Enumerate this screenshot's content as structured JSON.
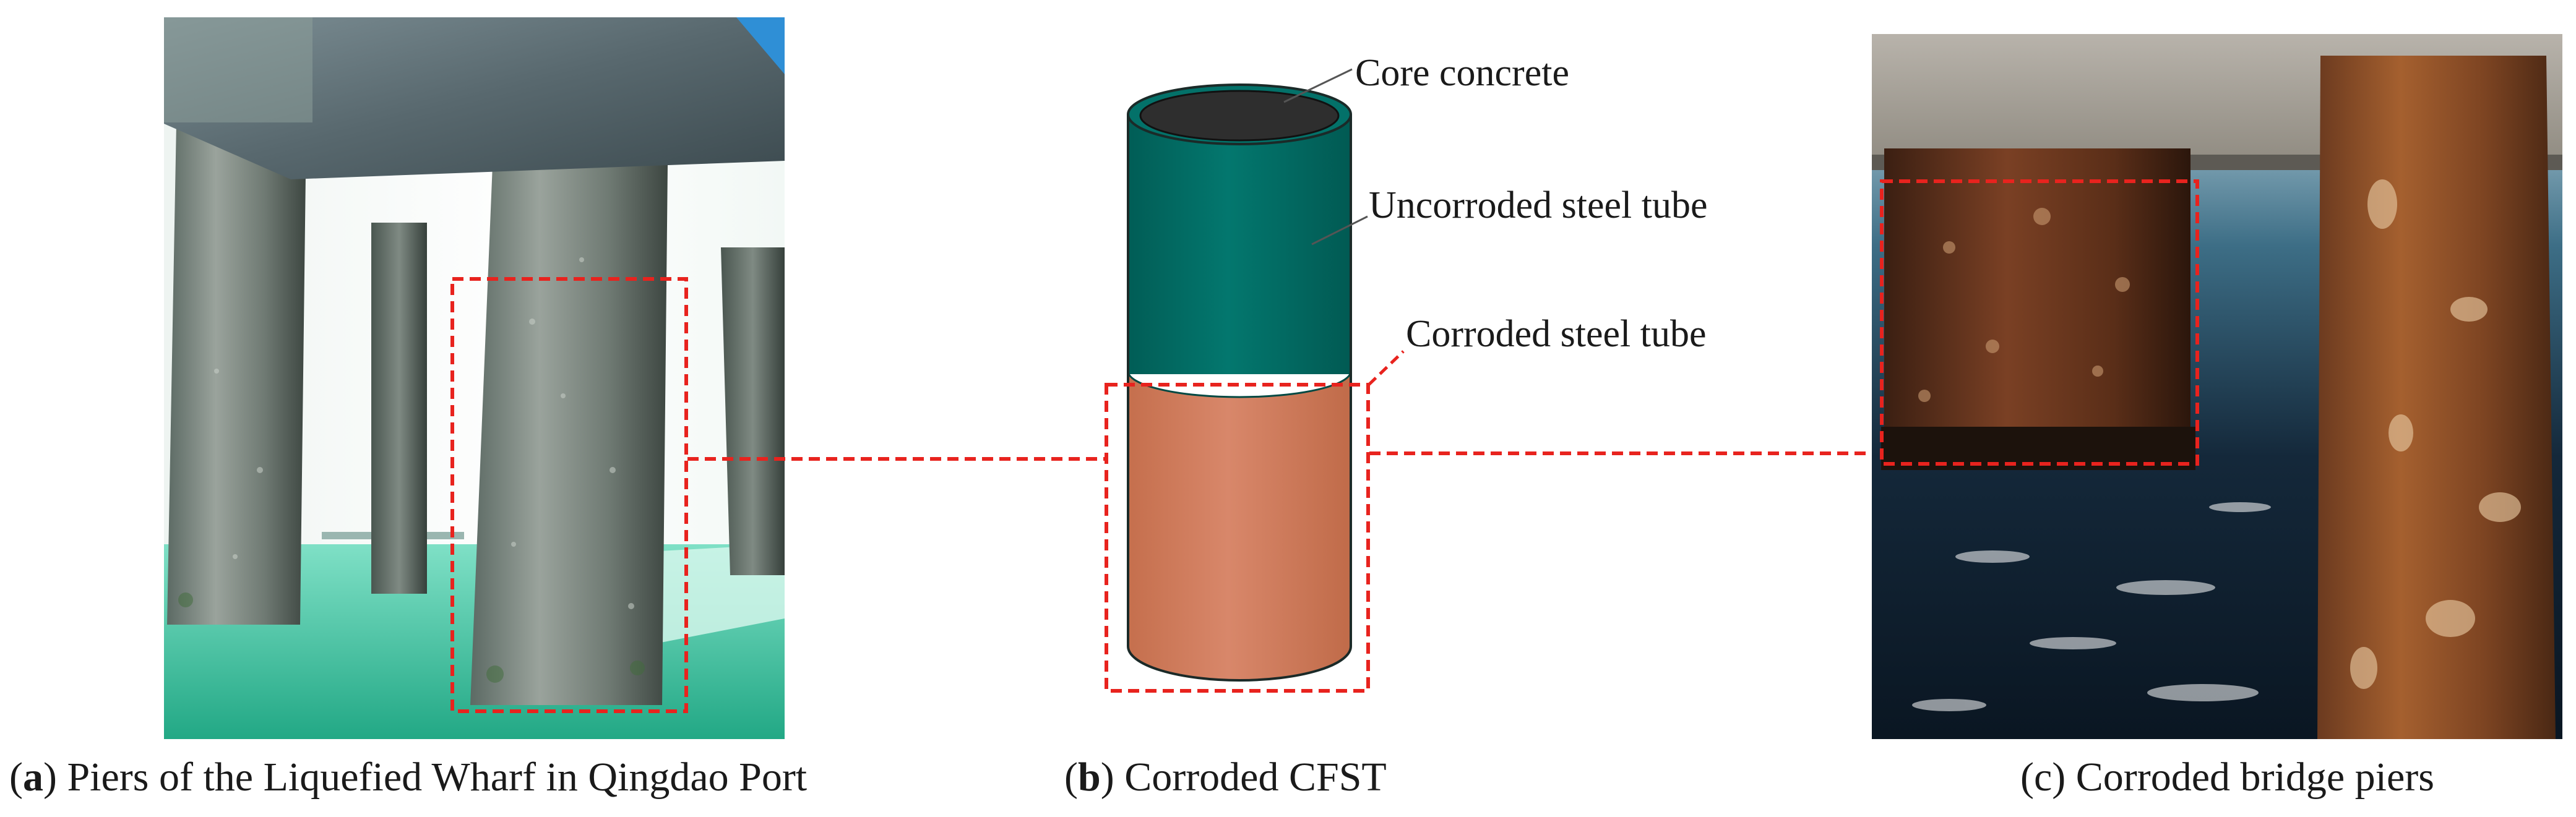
{
  "panels": [
    {
      "letter": "a",
      "caption": "Piers of the Liquefied Wharf in Qingdao Port"
    },
    {
      "letter": "b",
      "caption": "Corroded CFST"
    },
    {
      "letter": "c",
      "caption": "Corroded bridge piers"
    }
  ],
  "labels": {
    "core": "Core concrete",
    "uncorroded": "Uncorroded steel tube",
    "corroded": "Corroded steel tube"
  },
  "colors": {
    "highlight_dash": "#e8231e",
    "uncorroded_tube": "#037169",
    "corroded_tube": "#d27e5b",
    "core_concrete": "#2e2e2e"
  }
}
